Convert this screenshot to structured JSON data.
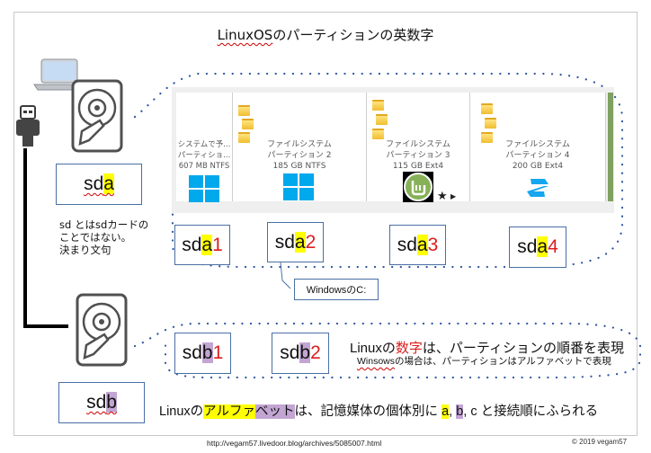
{
  "title": {
    "prefix": "LinuxOS",
    "suffix": "のパーティションの英数字"
  },
  "disk_a": {
    "label_base": "sd",
    "label_letter": "a"
  },
  "disk_b": {
    "label_base": "sd",
    "label_letter": "b"
  },
  "sd_note": [
    "sd とはsdカードの",
    "ことではない。",
    "決まり文句"
  ],
  "partitions_panel": [
    {
      "line1": "システムで予...",
      "line2": "パーティショ...",
      "line3": "607 MB NTFS",
      "icon": "windows-logo"
    },
    {
      "line1": "ファイルシステム",
      "line2": "パーティション 2",
      "line3": "185 GB NTFS",
      "icon": "windows-logo"
    },
    {
      "line1": "ファイルシステム",
      "line2": "パーティション 3",
      "line3": "115 GB Ext4",
      "icon": "linux-mint-logo"
    },
    {
      "line1": "ファイルシステム",
      "line2": "パーティション 4",
      "line3": "200 GB Ext4",
      "icon": "zorin-logo"
    }
  ],
  "sda_parts": [
    {
      "base": "sd",
      "letter": "a",
      "num": "1"
    },
    {
      "base": "sd",
      "letter": "a",
      "num": "2"
    },
    {
      "base": "sd",
      "letter": "a",
      "num": "3"
    },
    {
      "base": "sd",
      "letter": "a",
      "num": "4"
    }
  ],
  "sdb_parts": [
    {
      "base": "sd",
      "letter": "b",
      "num": "1"
    },
    {
      "base": "sd",
      "letter": "b",
      "num": "2"
    }
  ],
  "callout": "WindowsのC:",
  "number_note": {
    "prefix": "Linuxの",
    "highlight": "数字",
    "suffix": "は、パーティションの順番を表現"
  },
  "windows_note": {
    "prefix": "Winsows",
    "suffix": "の場合は、パーティションはアルファベットで表現"
  },
  "alphabet_note": {
    "prefix": "Linuxの",
    "hl_yellow": "アルファ",
    "hl_purple": "ベット",
    "middle": "は、記憶媒体の個体別に ",
    "a": "a",
    "sep1": ", ",
    "b": "b",
    "suffix": ", c と接続順にふられる"
  },
  "footer": {
    "url": "http://vegam57.livedoor.blog/archives/5085007.html",
    "copyright": "© 2019 vegam57"
  },
  "colors": {
    "highlight_yellow": "#ffff00",
    "highlight_purple": "#c2a5d2",
    "number_red": "#dc1e1e",
    "box_border": "#4a6fa5",
    "dots_blue": "#2f55a0"
  }
}
